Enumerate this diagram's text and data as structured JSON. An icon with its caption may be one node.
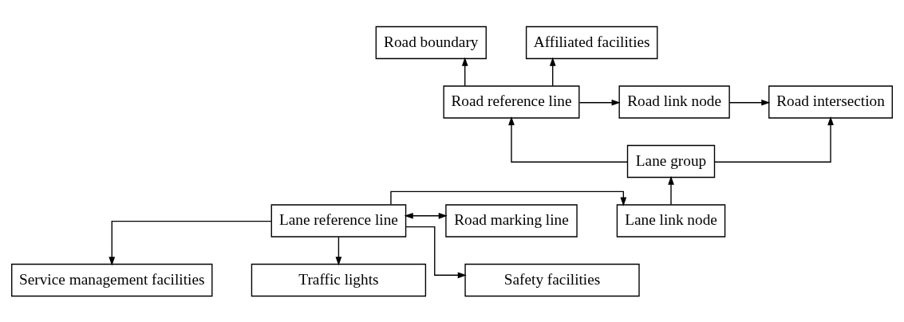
{
  "diagram": {
    "nodes": [
      {
        "text": [
          "Road boundary"
        ]
      },
      {
        "text": [
          "Affiliated facilities"
        ]
      },
      {
        "text": [
          "Road intersection"
        ]
      },
      {
        "text": [
          "Road link node"
        ]
      },
      {
        "text": [
          "Road reference line"
        ]
      },
      {
        "text": [
          "Lane group"
        ]
      },
      {
        "text": [
          "Lane link node"
        ]
      },
      {
        "text": [
          "Lane reference line"
        ]
      },
      {
        "text": [
          "Road marking line"
        ]
      },
      {
        "text": [
          "Service management facilities"
        ]
      },
      {
        "text": [
          "Traffic lights"
        ]
      },
      {
        "text": [
          "Safety facilities"
        ]
      }
    ],
    "edges": [
      {
        "from": 4,
        "to": 0,
        "arrow": "to"
      },
      {
        "from": 4,
        "to": 1,
        "arrow": "to"
      },
      {
        "from": 3,
        "to": 2,
        "arrow": "to"
      },
      {
        "from": 4,
        "to": 3,
        "arrow": "to"
      },
      {
        "from": 5,
        "to": 2,
        "arrow": "to"
      },
      {
        "from": 5,
        "to": 4,
        "arrow": "to"
      },
      {
        "from": 6,
        "to": 5,
        "arrow": "to"
      },
      {
        "from": 7,
        "to": 6,
        "arrow": "to"
      },
      {
        "from": 7,
        "to": 8,
        "arrow": "both"
      },
      {
        "from": 7,
        "to": 9,
        "arrow": "to"
      },
      {
        "from": 7,
        "to": 10,
        "arrow": "to"
      },
      {
        "from": 7,
        "to": 11,
        "arrow": "to"
      }
    ]
  }
}
